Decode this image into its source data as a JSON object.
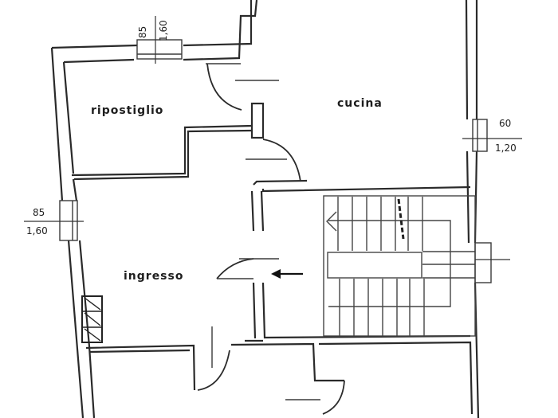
{
  "plan": {
    "rooms": [
      {
        "id": "ripostiglio",
        "label": "ripostiglio"
      },
      {
        "id": "cucina",
        "label": "cucina"
      },
      {
        "id": "ingresso",
        "label": "ingresso"
      }
    ],
    "windows": [
      {
        "id": "top",
        "width": "85",
        "height": "1,60",
        "orientation": "vertical"
      },
      {
        "id": "right",
        "width": "60",
        "height": "1,20",
        "orientation": "horizontal"
      },
      {
        "id": "left",
        "width": "85",
        "height": "1,60",
        "orientation": "horizontal"
      }
    ],
    "symbols": {
      "entrance_arrow": "arrow-left",
      "stair_direction": "arrow-left",
      "chimney_flue": "hatched-box"
    },
    "colors": {
      "line": "#2a2a2a",
      "paper": "#ffffff"
    }
  }
}
